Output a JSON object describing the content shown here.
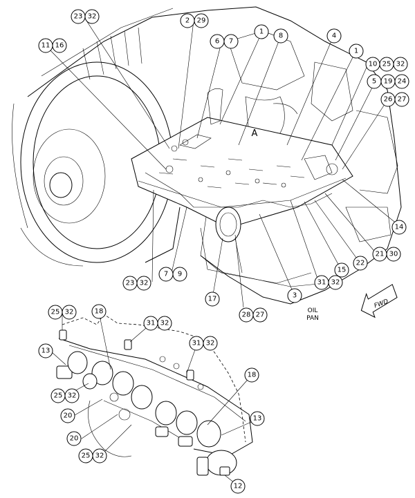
{
  "callouts": {
    "c23a": "23",
    "c32a": "32",
    "c2": "2",
    "c29": "29",
    "c11": "11",
    "c16": "16",
    "c6": "6",
    "c7a": "7",
    "c1a": "1",
    "c8": "8",
    "c4": "4",
    "c1b": "1",
    "c10": "10",
    "c25a": "25",
    "c32b": "32",
    "c5": "5",
    "c19": "19",
    "c24": "24",
    "c26": "26",
    "c27a": "27",
    "c14": "14",
    "c21": "21",
    "c30": "30",
    "c22": "22",
    "c15": "15",
    "c31a": "31",
    "c32c": "32",
    "c3": "3",
    "c28": "28",
    "c27b": "27",
    "c17": "17",
    "c7b": "7",
    "c9": "9",
    "c23b": "23",
    "c32d": "32",
    "c25b": "25",
    "c32e": "32",
    "c18a": "18",
    "c31b": "31",
    "c32f": "32",
    "c31c": "31",
    "c32g": "32",
    "c13a": "13",
    "c25c": "25",
    "c32h": "32",
    "c20a": "20",
    "c20b": "20",
    "c18b": "18",
    "c13b": "13",
    "c25d": "25",
    "c32i": "32",
    "c12": "12"
  },
  "labels": {
    "view_letter": "A",
    "oil_pan_line1": "OIL",
    "oil_pan_line2": "PAN",
    "fwd": "FWD"
  }
}
